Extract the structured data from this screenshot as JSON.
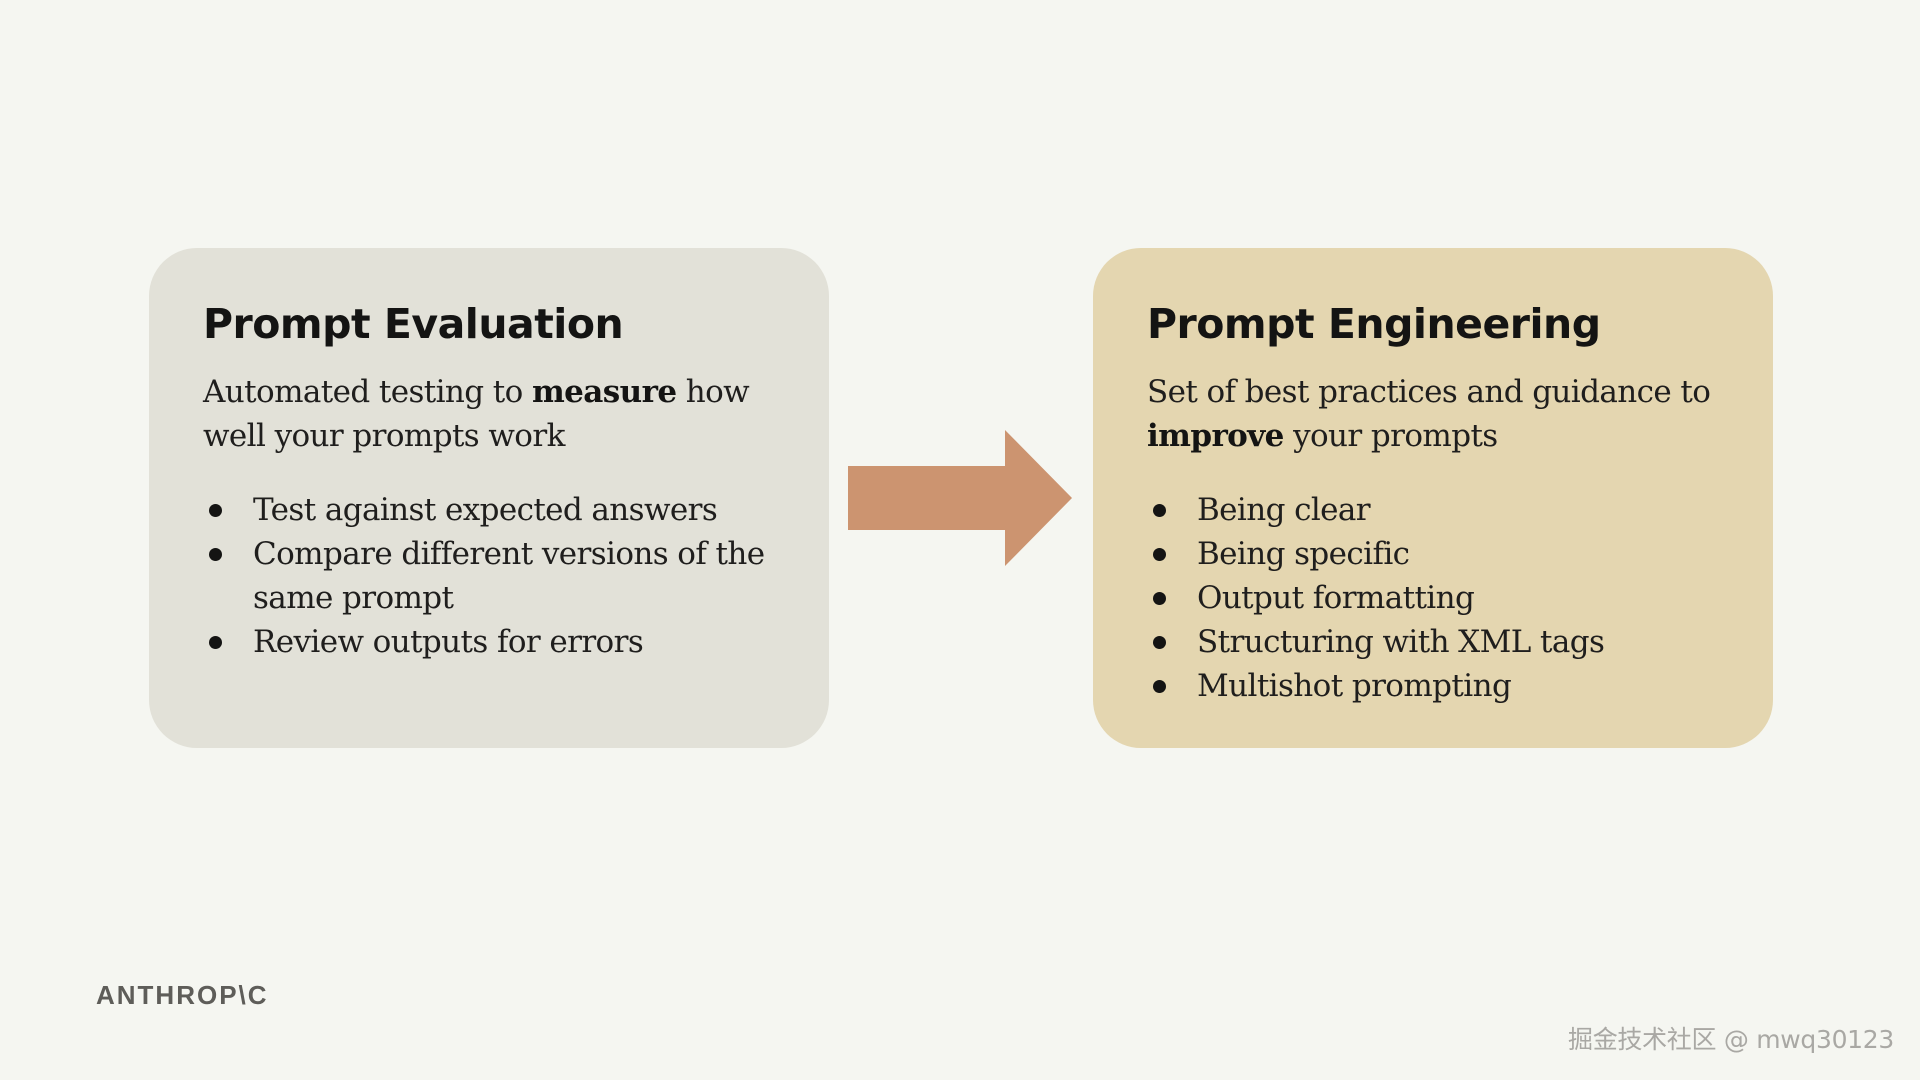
{
  "left_card": {
    "title": "Prompt Evaluation",
    "desc_before": "Automated testing to ",
    "desc_bold": "measure",
    "desc_after": " how well your prompts work",
    "bullets": [
      "Test against expected answers",
      "Compare different versions of the same prompt",
      "Review outputs for errors"
    ]
  },
  "right_card": {
    "title": "Prompt Engineering",
    "desc_before": "Set of best practices and guidance to ",
    "desc_bold": "improve",
    "desc_after": " your prompts",
    "bullets": [
      "Being clear",
      "Being specific",
      "Output formatting",
      "Structuring with XML tags",
      "Multishot prompting"
    ]
  },
  "logo": "ANTHROP\\C",
  "watermark": "掘金技术社区 @ mwq30123",
  "colors": {
    "background": "#f5f6f1",
    "left_card": "#e2e1d8",
    "right_card": "#e4d6b0",
    "arrow": "#cc9470",
    "text": "#141413"
  },
  "icons": {
    "connector": "right-arrow-icon",
    "bullet": "bullet-dot-icon"
  }
}
